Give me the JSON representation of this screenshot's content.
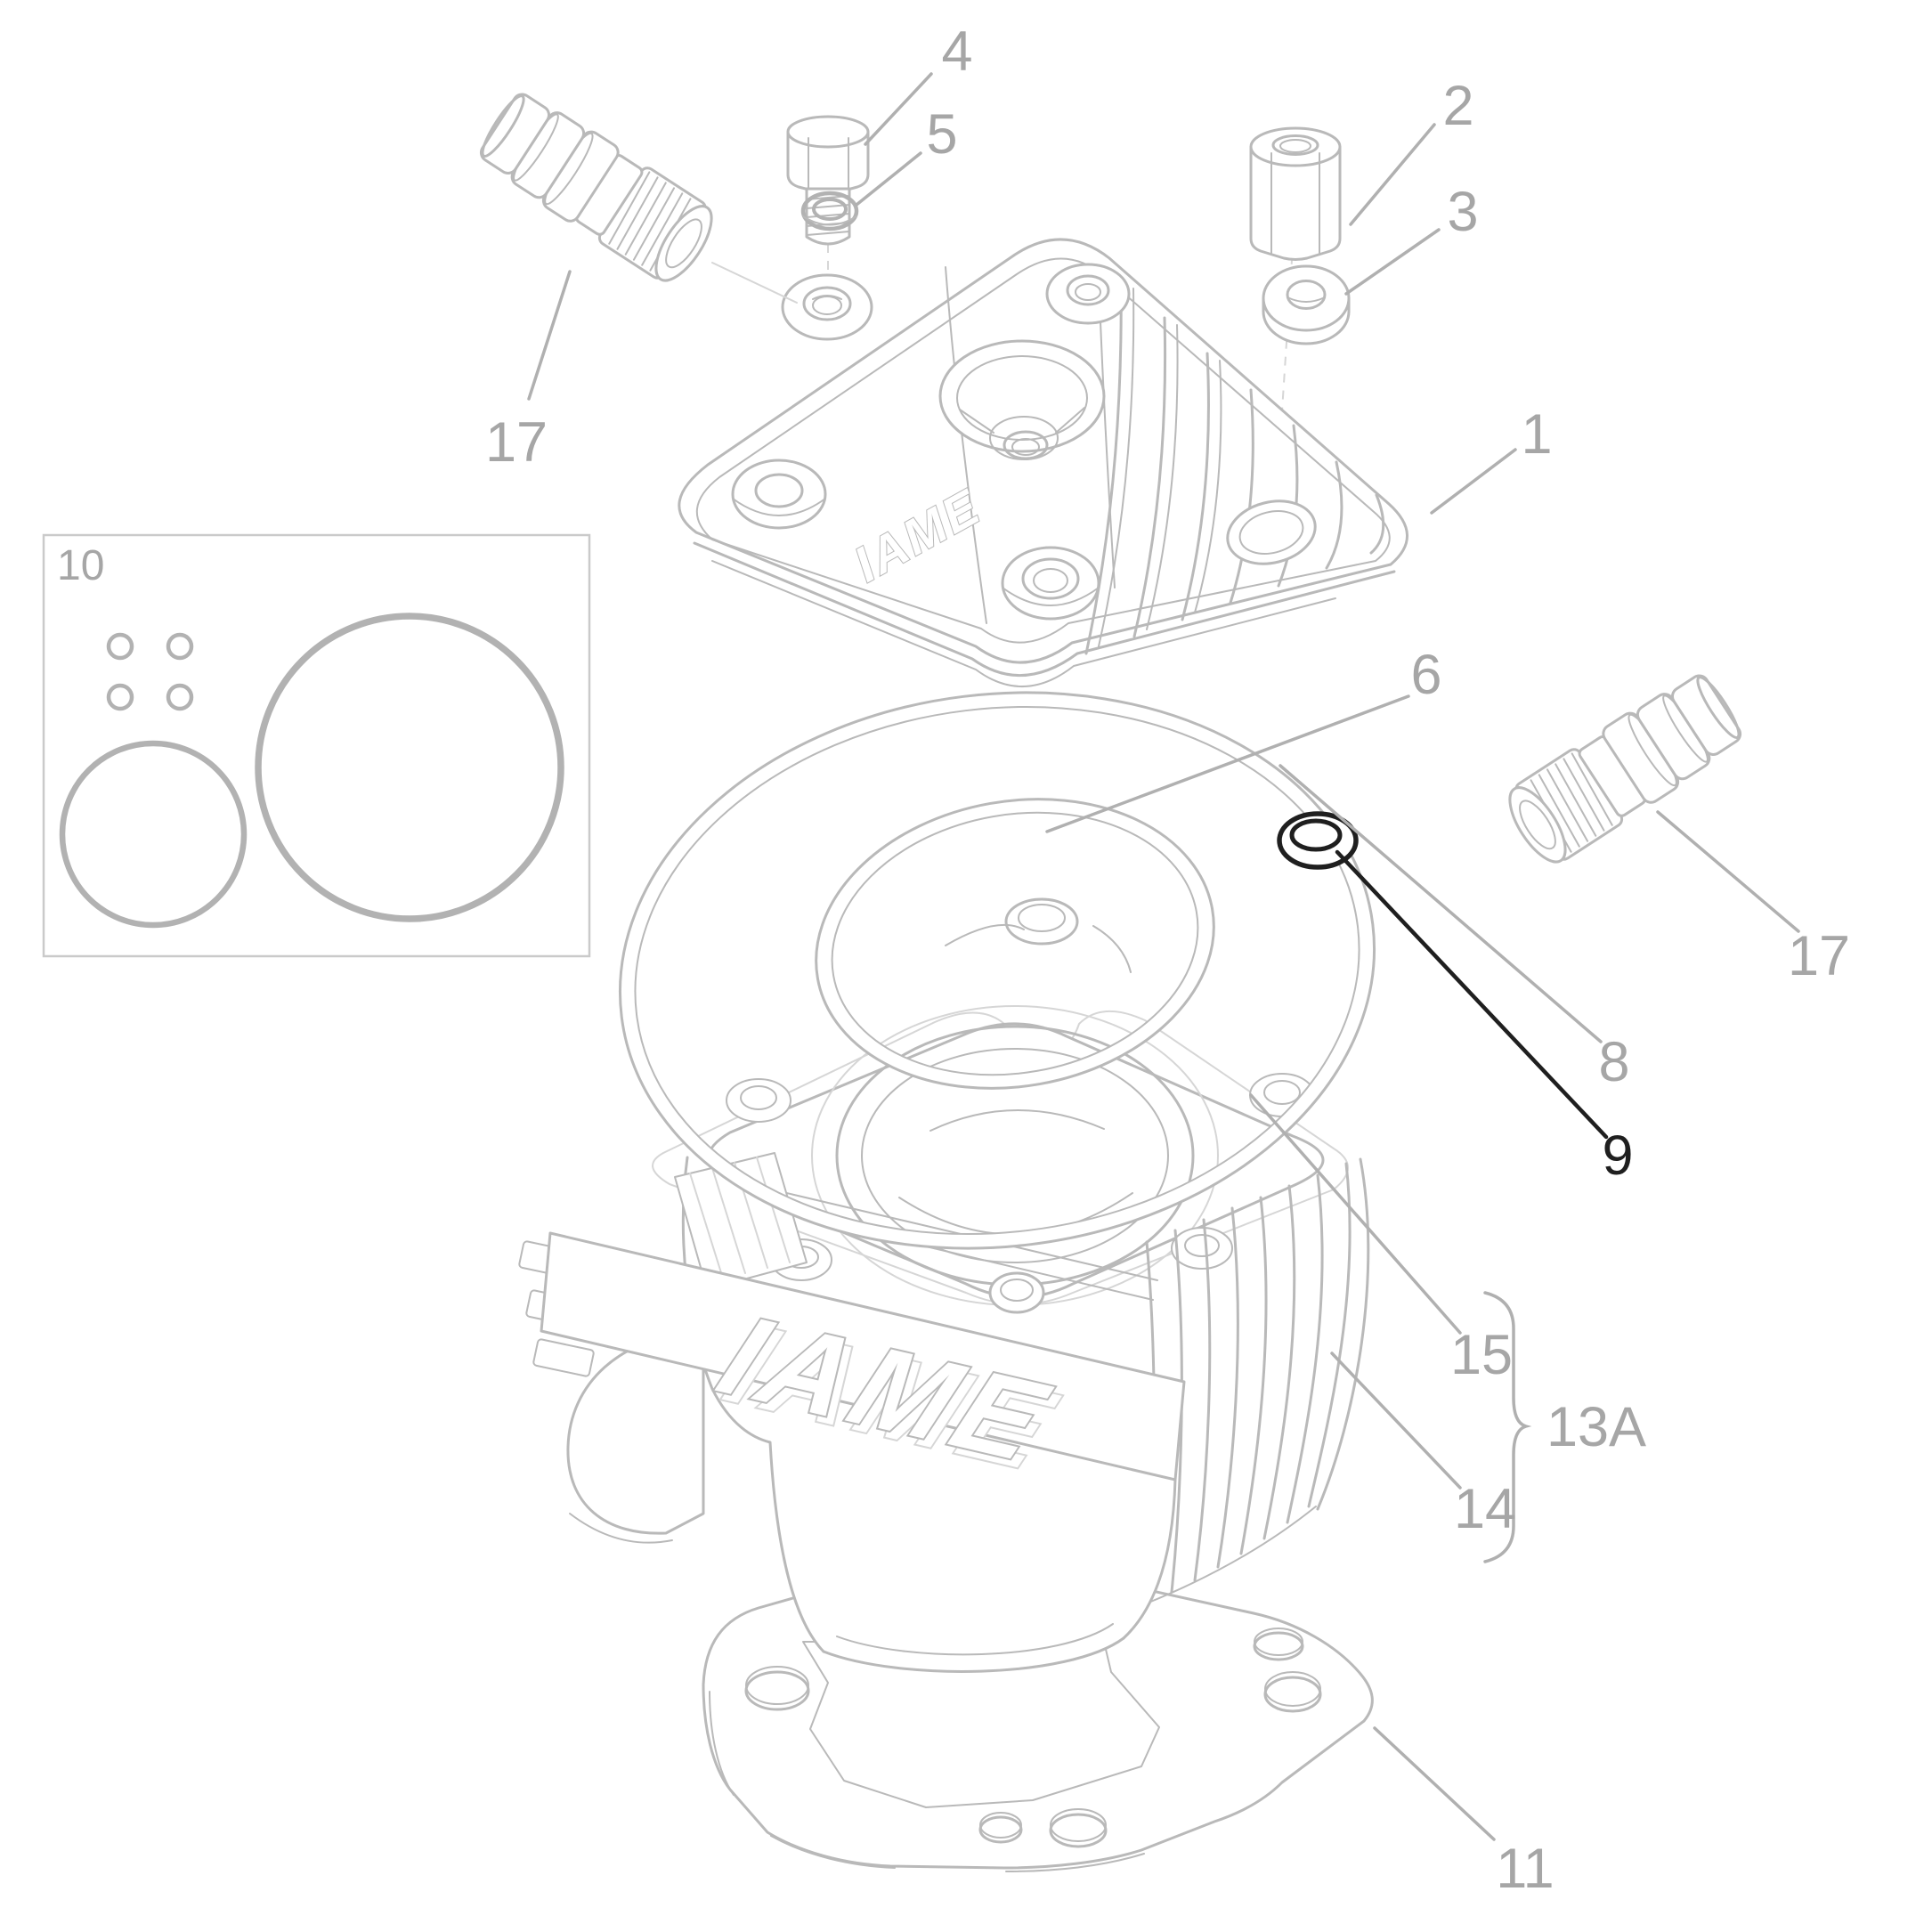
{
  "diagram": {
    "brand": "IAME",
    "cover_logo": "IAME",
    "cylinder_logo": "IAME",
    "kit_box": {
      "label": "10"
    },
    "callouts": {
      "c1": {
        "label": "1"
      },
      "c2": {
        "label": "2"
      },
      "c3": {
        "label": "3"
      },
      "c4": {
        "label": "4"
      },
      "c5": {
        "label": "5"
      },
      "c6": {
        "label": "6"
      },
      "c8": {
        "label": "8"
      },
      "c9": {
        "label": "9"
      },
      "c11": {
        "label": "11"
      },
      "c13A": {
        "label": "13A"
      },
      "c14": {
        "label": "14"
      },
      "c15": {
        "label": "15"
      },
      "c17_left": {
        "label": "17"
      },
      "c17_right": {
        "label": "17"
      }
    },
    "colors": {
      "line": "#b9b9b9",
      "line_light": "#d6d6d6",
      "oring": "#b2b2b2",
      "leader": "#b0b0b0",
      "text": "#a6a6a6",
      "black": "#1f1f1f",
      "box_border": "#cacaca"
    }
  }
}
